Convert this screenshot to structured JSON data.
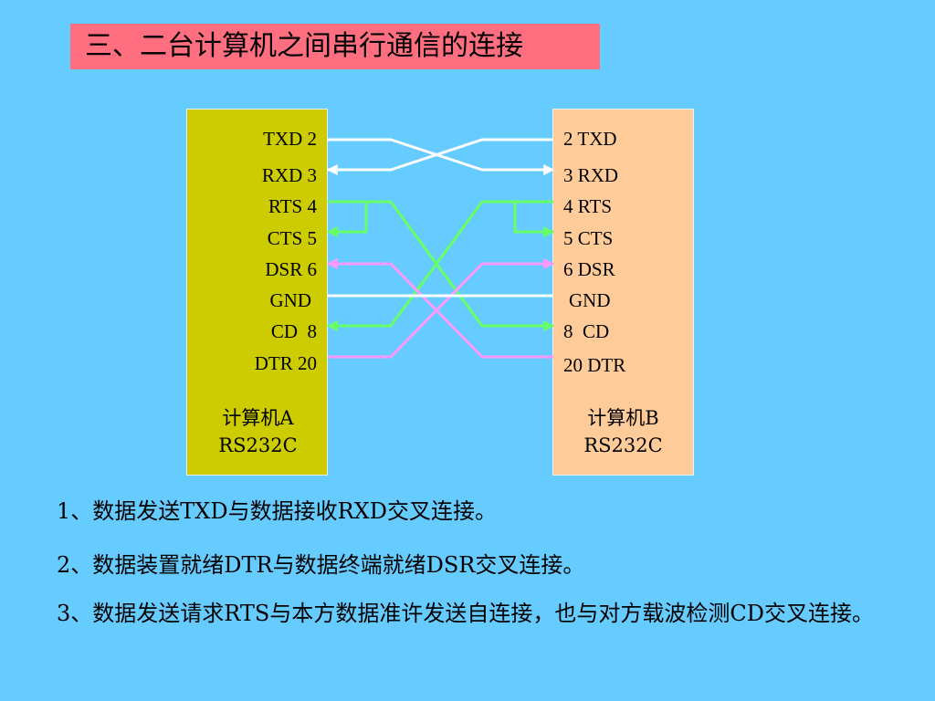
{
  "title": "三、二台计算机之间串行通信的连接",
  "computer_a": {
    "pins": [
      "TXD 2",
      "RXD 3",
      "RTS 4",
      "CTS 5",
      "DSR 6",
      "GND",
      "CD  8",
      "DTR 20"
    ],
    "name": "计算机A",
    "interface": "RS232C"
  },
  "computer_b": {
    "pins": [
      "2 TXD",
      "3 RXD",
      "4 RTS",
      "5 CTS",
      "6 DSR",
      "GND",
      "8  CD",
      "20 DTR"
    ],
    "name": "计算机B",
    "interface": "RS232C"
  },
  "wire_colors": {
    "data": "#FFFFFF",
    "handshake": "#66FF66",
    "dsr_dtr": "#FF99FF",
    "ground": "#FFFFFF"
  },
  "notes": [
    "1、数据发送TXD与数据接收RXD交叉连接。",
    "2、数据装置就绪DTR与数据终端就绪DSR交叉连接。",
    "3、数据发送请求RTS与本方数据准许发送自连接，也与对方载波检测CD交叉连接。"
  ]
}
